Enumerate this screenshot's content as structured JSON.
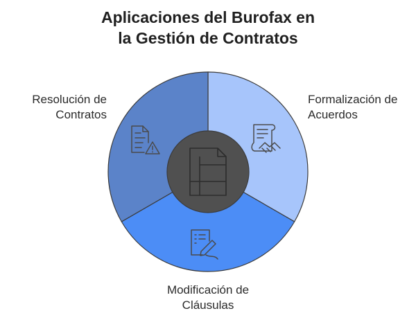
{
  "title": {
    "line1": "Aplicaciones del Burofax en",
    "line2": "la Gestión de Contratos"
  },
  "segments": [
    {
      "line1": "Formalización de",
      "line2": "Acuerdos",
      "color": "#a7c5fb",
      "icon": "contract-handshake-icon"
    },
    {
      "line1": "Modificación de",
      "line2": "Cláusulas",
      "color": "#4c8df6",
      "icon": "document-edit-icon"
    },
    {
      "line1": "Resolución de",
      "line2": "Contratos",
      "color": "#5b83c9",
      "icon": "document-warning-icon"
    }
  ],
  "center": {
    "color": "#505050",
    "icon": "document-center-icon"
  },
  "colors": {
    "stroke": "#3b3b3b",
    "icon": "#4a4a4a"
  }
}
